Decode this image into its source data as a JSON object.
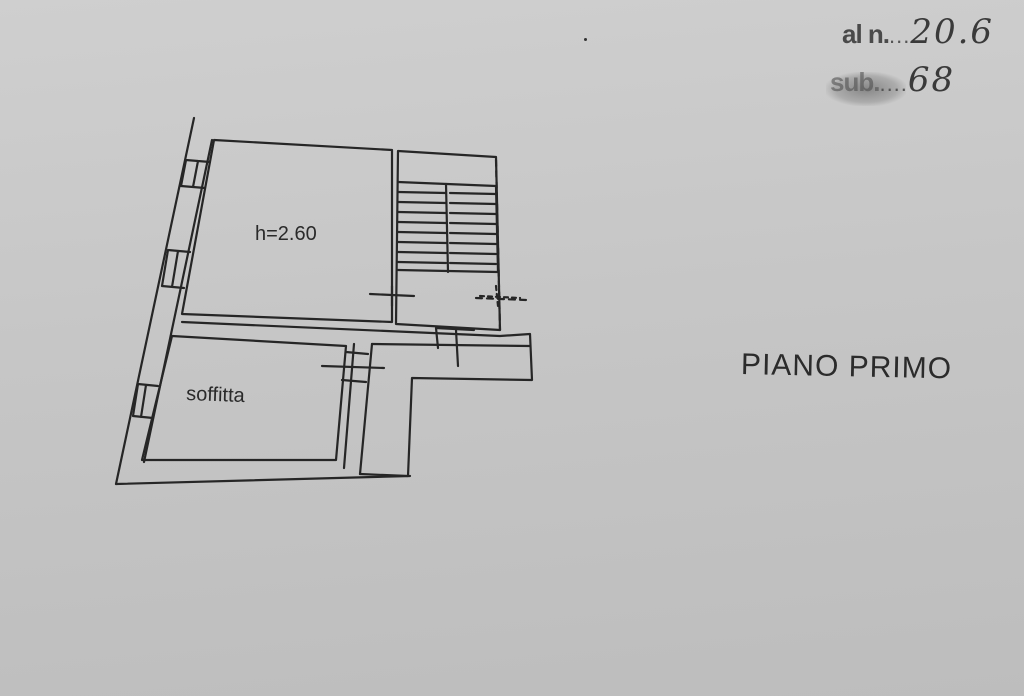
{
  "annotations": {
    "line1_prefix": "al n.",
    "line1_dots": "...",
    "line1_value": "20.6",
    "line2_prefix": "sub.",
    "line2_dots": "....",
    "line2_value": "68"
  },
  "plan": {
    "room_height_label": "h=2.60",
    "attic_label": "soffitta",
    "floor_title": "PIANO PRIMO"
  },
  "colors": {
    "paper": "#c9c9c9",
    "ink": "#2a2a2a"
  }
}
